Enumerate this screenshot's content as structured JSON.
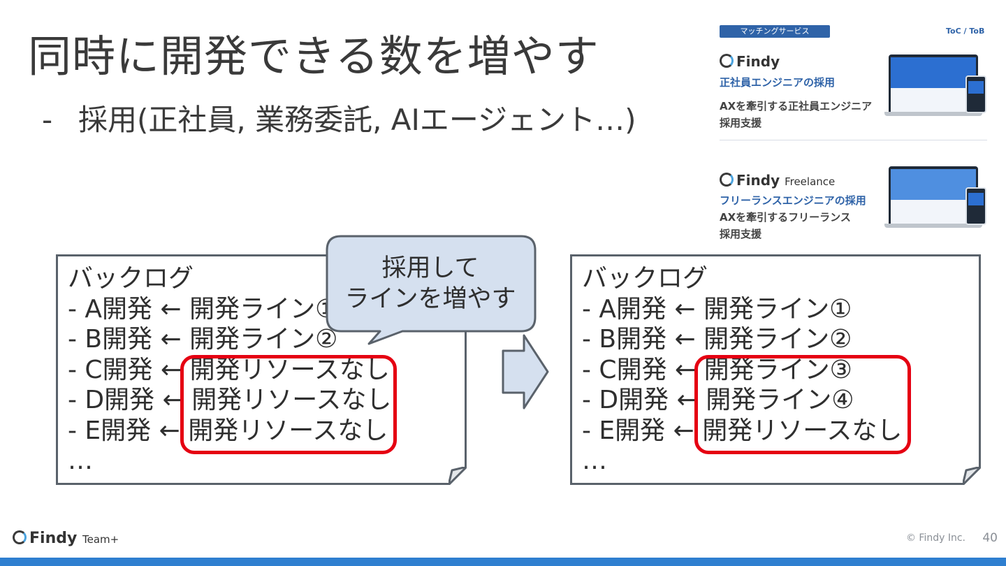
{
  "title": "同時に開発できる数を増やす",
  "bullet": {
    "dash": "-",
    "text": "採用(正社員, 業務委託, AIエージェント…)"
  },
  "ad": {
    "tag": "マッチングサービス",
    "audience": "ToC / ToB",
    "items": [
      {
        "brand": "Findy",
        "brand_sub": "",
        "heading": "正社員エンジニアの採用",
        "line1": "AXを牽引する正社員エンジニア",
        "line2": "採用支援"
      },
      {
        "brand": "Findy",
        "brand_sub": "Freelance",
        "heading": "フリーランスエンジニアの採用",
        "line1": "AXを牽引するフリーランス",
        "line2": "採用支援"
      }
    ]
  },
  "before": {
    "lines": [
      "バックログ",
      "- A開発 ← 開発ライン①",
      "- B開発 ← 開発ライン②",
      "- C開発 ←  開発リソースなし",
      "- D開発 ←  開発リソースなし",
      "- E開発 ←  開発リソースなし",
      "…"
    ]
  },
  "callout": {
    "line1": "採用して",
    "line2": "ラインを増やす"
  },
  "after": {
    "lines": [
      "バックログ",
      "- A開発 ← 開発ライン①",
      "- B開発 ← 開発ライン②",
      "- C開発 ←  開発ライン③",
      "- D開発 ←  開発ライン④",
      "- E開発 ←  開発リソースなし",
      "…"
    ]
  },
  "footer": {
    "brand": "Findy",
    "product": "Team+",
    "copyright": "© Findy Inc.",
    "page": "40"
  },
  "colors": {
    "accent_blue": "#2f63a8",
    "highlight_red": "#e50012",
    "callout_fill": "#d5e0ef",
    "bottom_bar": "#2f7fd0"
  }
}
